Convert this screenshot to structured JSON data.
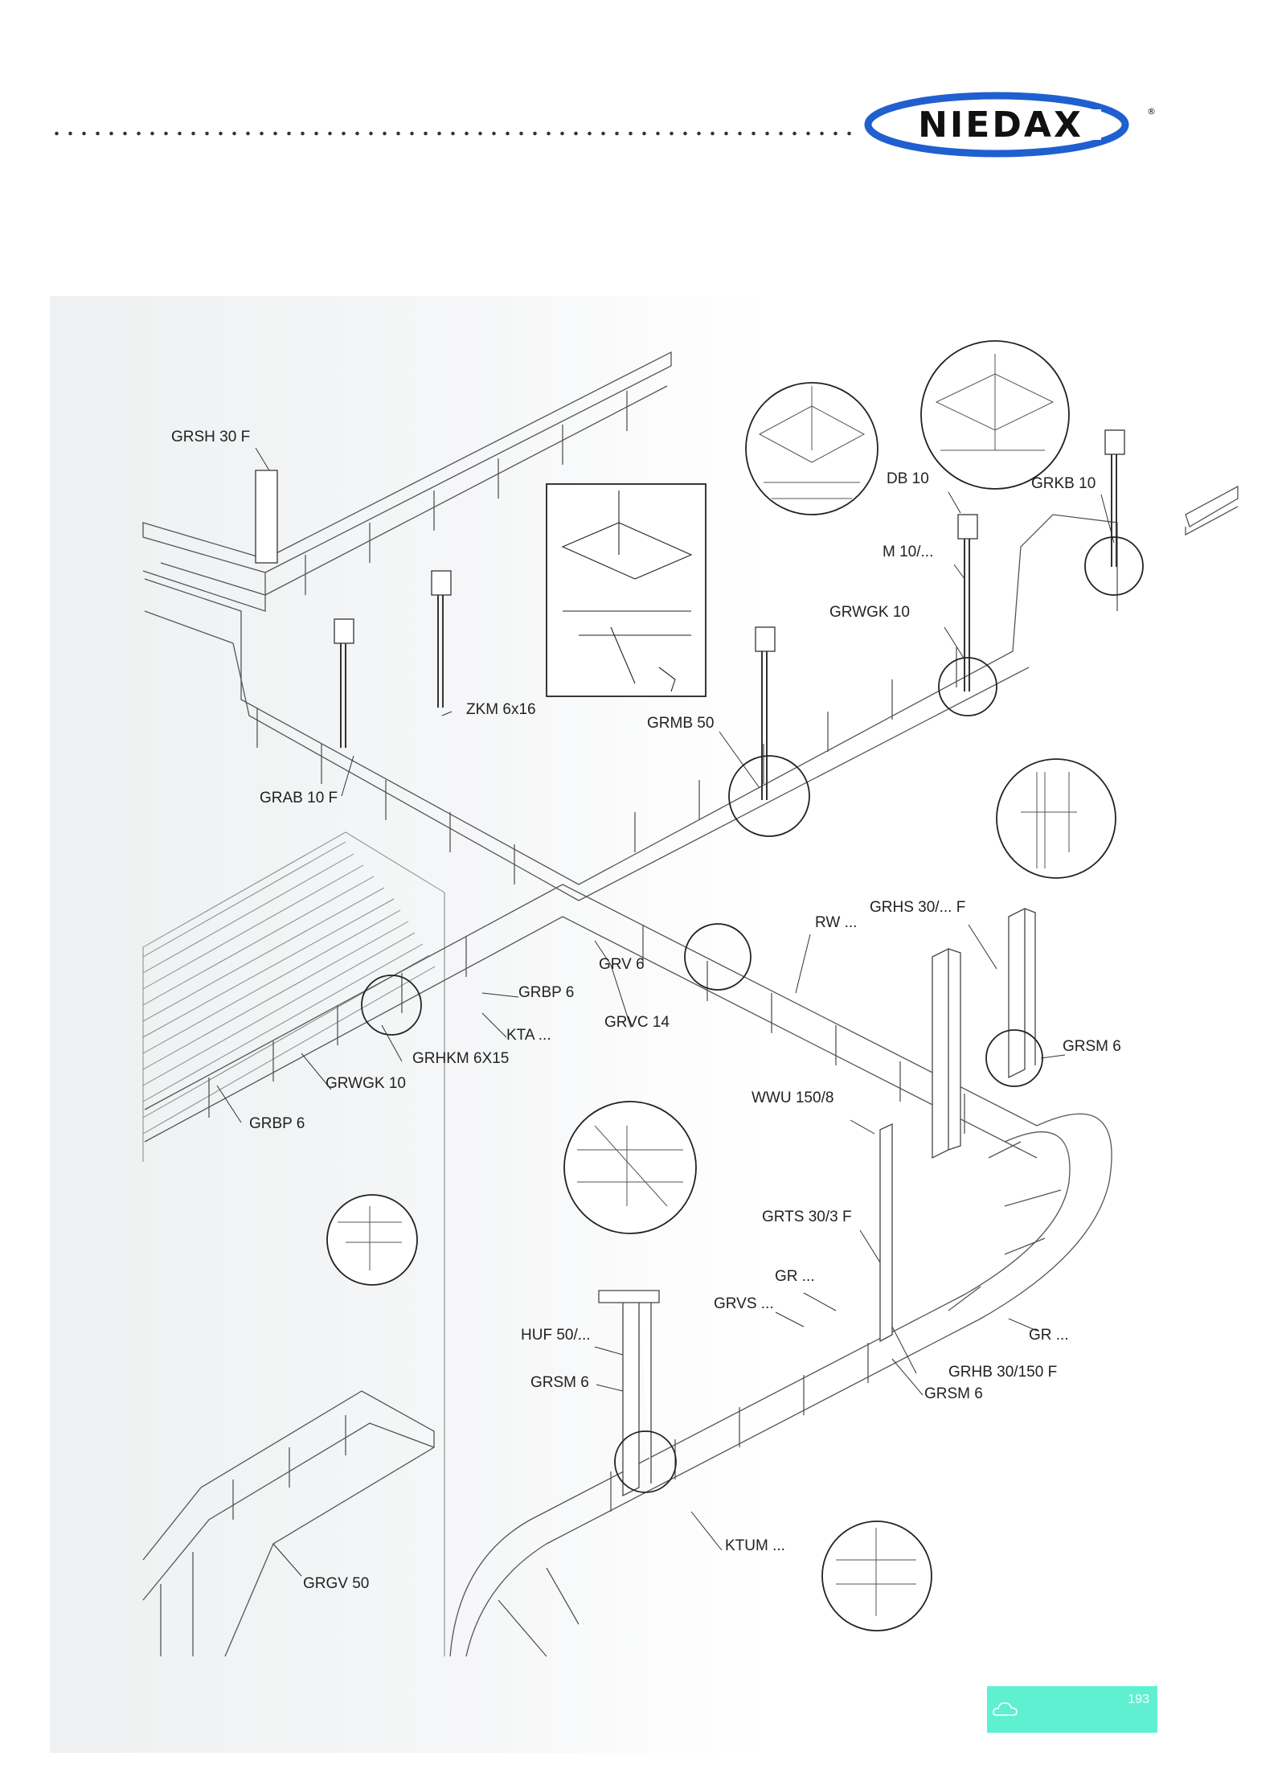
{
  "header": {
    "brand": "NIEDAX",
    "registered_mark": "®",
    "brand_color": "#1f5fd0",
    "logo_icon": "niedax-oval-logo"
  },
  "labels": [
    {
      "id": "grsh-30-f",
      "text": "GRSH 30 F"
    },
    {
      "id": "db-10",
      "text": "DB 10"
    },
    {
      "id": "grkb-10",
      "text": "GRKB 10"
    },
    {
      "id": "m-10",
      "text": "M 10/..."
    },
    {
      "id": "grwgk-10-top",
      "text": "GRWGK 10"
    },
    {
      "id": "zkm-6x16",
      "text": "ZKM 6x16"
    },
    {
      "id": "grmb-50",
      "text": "GRMB 50"
    },
    {
      "id": "grab-10-f",
      "text": "GRAB 10 F"
    },
    {
      "id": "rw",
      "text": "RW ..."
    },
    {
      "id": "grhs-30-f",
      "text": "GRHS 30/... F"
    },
    {
      "id": "grv-6",
      "text": "GRV 6"
    },
    {
      "id": "grbp-6-a",
      "text": "GRBP 6"
    },
    {
      "id": "grvc-14",
      "text": "GRVC 14"
    },
    {
      "id": "kta",
      "text": "KTA ..."
    },
    {
      "id": "grsm-6-a",
      "text": "GRSM 6"
    },
    {
      "id": "grhkm-6x15",
      "text": "GRHKM 6X15"
    },
    {
      "id": "grwgk-10-bottom",
      "text": "GRWGK 10"
    },
    {
      "id": "wwu-150-8",
      "text": "WWU 150/8"
    },
    {
      "id": "grbp-6-b",
      "text": "GRBP 6"
    },
    {
      "id": "grts-30-3-f",
      "text": "GRTS 30/3 F"
    },
    {
      "id": "gr-a",
      "text": "GR ..."
    },
    {
      "id": "grvs",
      "text": "GRVS ..."
    },
    {
      "id": "huf-50",
      "text": "HUF 50/..."
    },
    {
      "id": "gr-b",
      "text": "GR ..."
    },
    {
      "id": "grhb-30-150-f",
      "text": "GRHB 30/150 F"
    },
    {
      "id": "grsm-6-b",
      "text": "GRSM 6"
    },
    {
      "id": "grsm-6-c",
      "text": "GRSM 6"
    },
    {
      "id": "ktum",
      "text": "KTUM ..."
    },
    {
      "id": "grgv-50",
      "text": "GRGV 50"
    }
  ],
  "footer": {
    "page_number": "193",
    "tab_color": "#5ff0d2",
    "icon": "cloud-outline-icon"
  }
}
